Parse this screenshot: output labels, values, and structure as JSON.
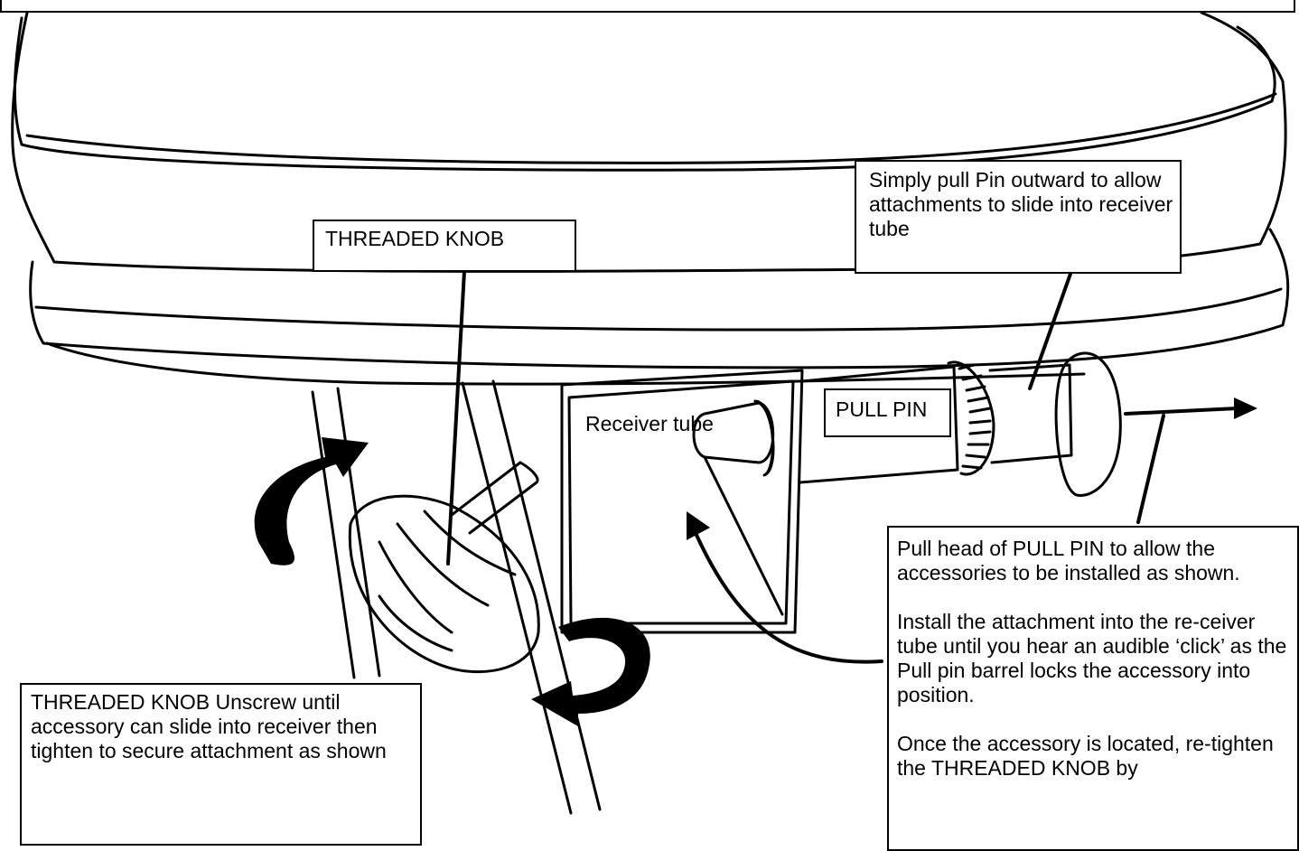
{
  "labels": {
    "threaded_knob": "THREADED KNOB",
    "simply_pull": "Simply pull Pin outward to allow attachments to slide into receiver tube",
    "pull_pin": "PULL PIN",
    "receiver_tube": "Receiver tube",
    "threaded_knob_unscrew": "THREADED KNOB Unscrew until accessory can slide into receiver then tighten to secure attachment as shown",
    "pull_head": "Pull head of PULL PIN to allow the accessories to be installed as shown.",
    "install": " Install the attachment into the re-ceiver tube until you hear an audible ‘click’ as the Pull pin barrel locks the accessory into position.",
    "once_located": "Once the accessory is located, re-tighten the THREADED KNOB by"
  }
}
